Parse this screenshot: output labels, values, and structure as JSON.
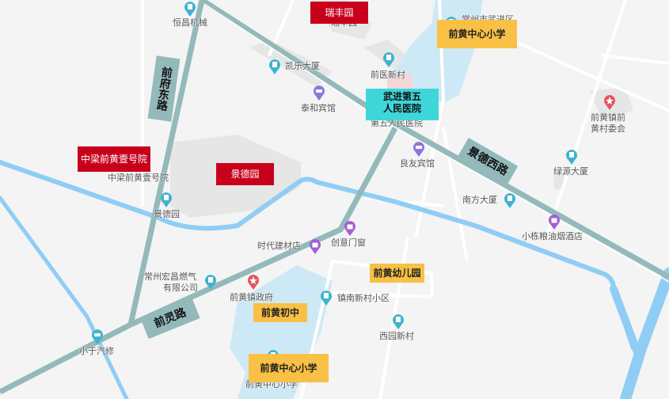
{
  "colors": {
    "background": "#f4f4f4",
    "major_road": "#93b9bb",
    "water": "#8fcdf5",
    "water_area": "#cde9f5",
    "block": "#e6e6e6",
    "tag_red": "#c8001c",
    "tag_yellow": "#f9c046",
    "tag_cyan": "#3fd6d9",
    "pin_building": "#3eb3d1",
    "pin_hotel": "#8a76e0",
    "pin_shop": "#a35ed6",
    "pin_gov": "#e25461"
  },
  "road_labels": [
    {
      "id": "qianfu-east-road",
      "text": "前府东路"
    },
    {
      "id": "jingde-west-road",
      "text": "景德西路"
    },
    {
      "id": "qianling-road",
      "text": "前灵路"
    }
  ],
  "highlight_tags": [
    {
      "id": "ruifeng-garden",
      "text": "瑞丰园",
      "style": "red"
    },
    {
      "id": "zhongliang-no1",
      "text": "中梁前黄壹号院",
      "style": "red"
    },
    {
      "id": "jingde-garden",
      "text": "景德园",
      "style": "red"
    },
    {
      "id": "qianhuang-primary-top",
      "text": "前黄中心小学",
      "style": "yellow"
    },
    {
      "id": "wujin-5th-hospital",
      "text": "武进第五\n人民医院",
      "line1": "武进第五",
      "line2": "人民医院",
      "style": "cyan"
    },
    {
      "id": "qianhuang-kindergarten",
      "text": "前黄幼儿园",
      "style": "yellow"
    },
    {
      "id": "qianhuang-middle",
      "text": "前黄初中",
      "style": "yellow"
    },
    {
      "id": "qianhuang-primary-bottom",
      "text": "前黄中心小学",
      "style": "yellow"
    }
  ],
  "pois": [
    {
      "id": "hengchang-machinery",
      "label": "恒昌机械",
      "icon": "building"
    },
    {
      "id": "ruifeng-garden-poi",
      "label": "瑞丰园",
      "icon": "building"
    },
    {
      "id": "changzhou-wujin",
      "label": "常州市武进区",
      "icon": "building"
    },
    {
      "id": "kaile-building",
      "label": "凯乐大厦",
      "icon": "building"
    },
    {
      "id": "qianyi-village",
      "label": "前医新村",
      "icon": "building"
    },
    {
      "id": "taihe-hotel",
      "label": "泰和宾馆",
      "icon": "hotel"
    },
    {
      "id": "fifth-hospital",
      "label": "第五人民医院",
      "icon": "hospital"
    },
    {
      "id": "qianhuang-village-committee",
      "label": "前黄镇前\n黄村委会",
      "line1": "前黄镇前",
      "line2": "黄村委会",
      "icon": "government"
    },
    {
      "id": "liangyou-hotel",
      "label": "良友宾馆",
      "icon": "hotel"
    },
    {
      "id": "lvyuan-building",
      "label": "绿源大厦",
      "icon": "building"
    },
    {
      "id": "zhongliang-poi",
      "label": "中梁前黄壹号院",
      "icon": "none"
    },
    {
      "id": "jingde-garden-poi",
      "label": "景德园",
      "icon": "building"
    },
    {
      "id": "nanfang-building",
      "label": "南方大厦",
      "icon": "building"
    },
    {
      "id": "xiaodong-store",
      "label": "小栋粮油烟酒店",
      "icon": "shop"
    },
    {
      "id": "shidai-building-materials",
      "label": "时代建材店",
      "icon": "shop"
    },
    {
      "id": "chuangyi-doors",
      "label": "创意门窗",
      "icon": "shop"
    },
    {
      "id": "hongchang-gas",
      "label": "常州宏昌燃气\n有限公司",
      "line1": "常州宏昌燃气",
      "line2": "有限公司",
      "icon": "building"
    },
    {
      "id": "qianhuang-gov",
      "label": "前黄镇政府",
      "icon": "government"
    },
    {
      "id": "zhennan-village",
      "label": "镇南新村小区",
      "icon": "building"
    },
    {
      "id": "xiyuan-village",
      "label": "西园新村",
      "icon": "building"
    },
    {
      "id": "xiaoyu-auto",
      "label": "小于汽修",
      "icon": "car"
    },
    {
      "id": "qianhuang-primary-poi",
      "label": "前黄中心小学",
      "icon": "building"
    }
  ]
}
